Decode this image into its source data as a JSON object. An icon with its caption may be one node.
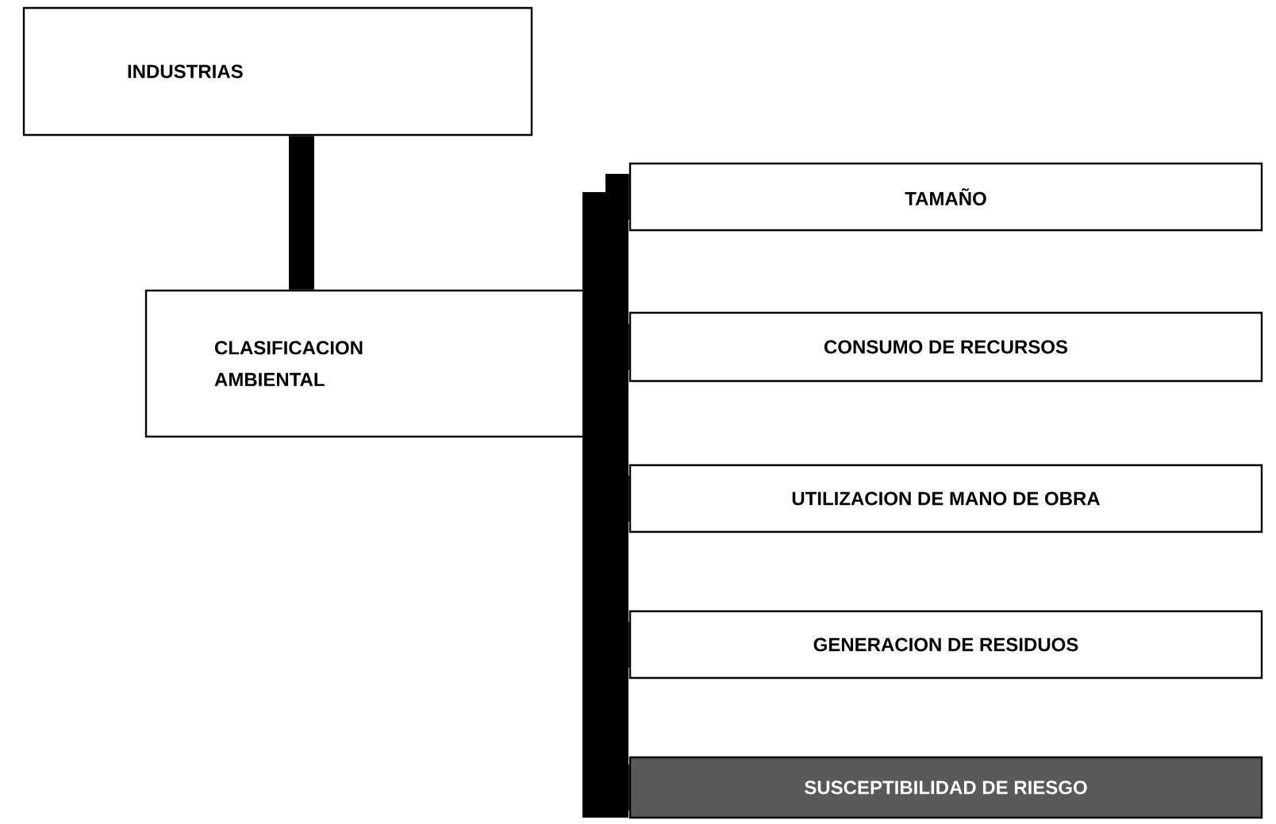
{
  "diagram": {
    "nodes": [
      {
        "text": [
          "INDUSTRIAS"
        ]
      },
      {
        "text": [
          "CLASIFICACION AMBIENTAL"
        ]
      },
      {
        "text": [
          "TAMAÑO"
        ]
      },
      {
        "text": [
          "CONSUMO DE RECURSOS"
        ]
      },
      {
        "text": [
          "UTILIZACION DE MANO DE OBRA"
        ]
      },
      {
        "text": [
          "GENERACION DE RESIDUOS"
        ]
      },
      {
        "text": [
          "SUSCEPTIBILIDAD DE RIESGO"
        ]
      }
    ],
    "edges": [
      {
        "from": 0,
        "to": 1,
        "arrow": "none"
      },
      {
        "from": 1,
        "to": 2,
        "arrow": "none"
      },
      {
        "from": 1,
        "to": 3,
        "arrow": "none"
      },
      {
        "from": 1,
        "to": 4,
        "arrow": "none"
      },
      {
        "from": 1,
        "to": 5,
        "arrow": "none"
      },
      {
        "from": 1,
        "to": 6,
        "arrow": "none"
      }
    ]
  }
}
